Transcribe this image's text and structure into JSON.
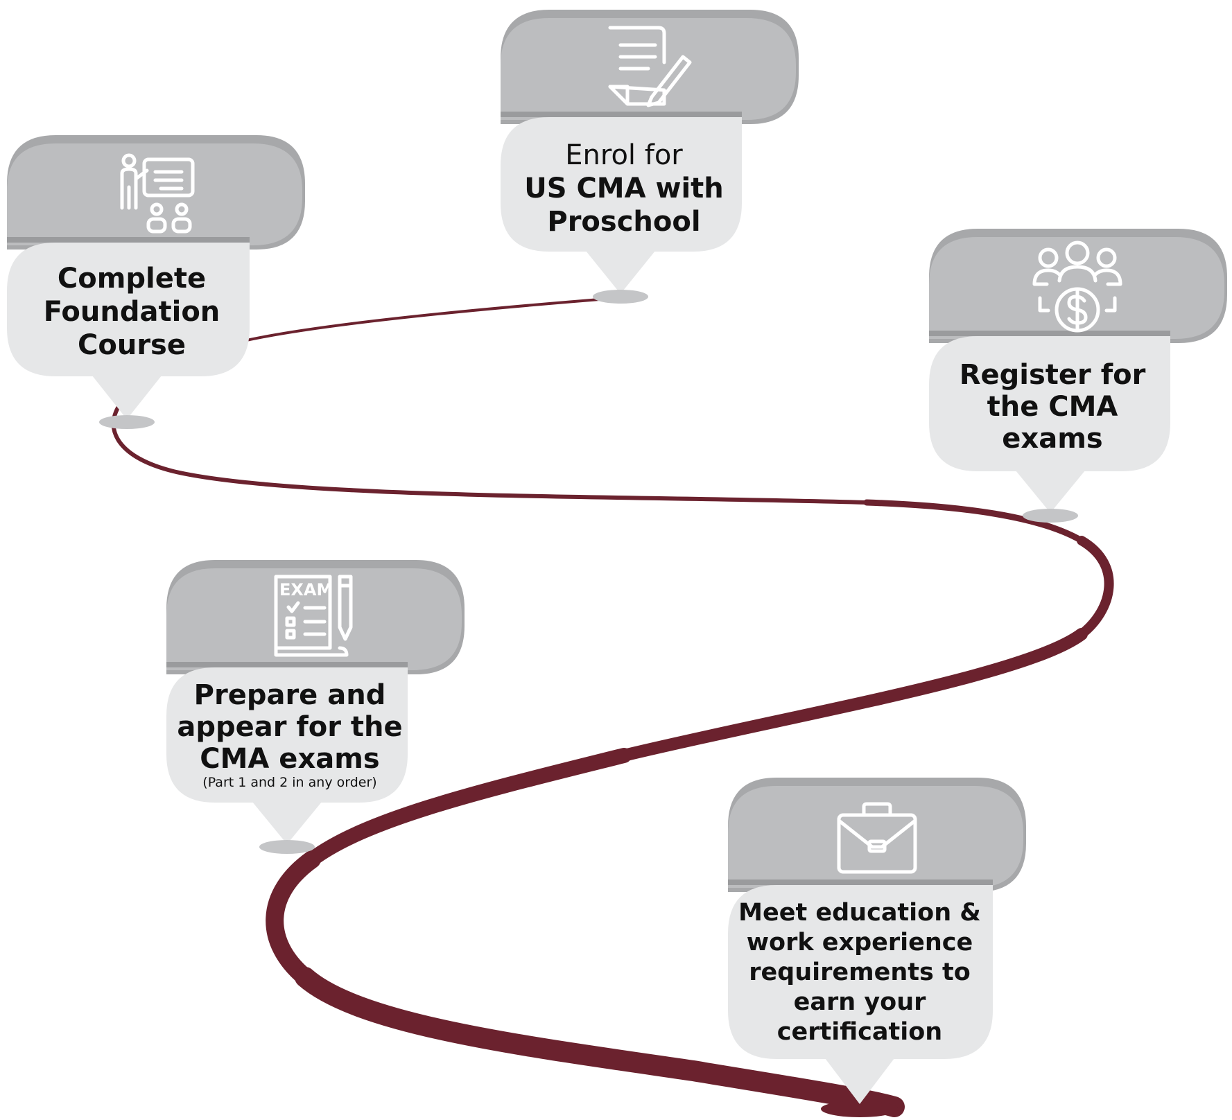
{
  "path_color": "#6b222e",
  "steps": [
    {
      "icon": "teacher-presentation-icon",
      "lines": [
        {
          "text": "Complete",
          "weight": "bold"
        },
        {
          "text": "Foundation",
          "weight": "bold"
        },
        {
          "text": "Course",
          "weight": "bold"
        }
      ]
    },
    {
      "icon": "document-edit-icon",
      "lines": [
        {
          "text": "Enrol for",
          "weight": "light"
        },
        {
          "text": "US CMA with",
          "weight": "bold"
        },
        {
          "text": "Proschool",
          "weight": "bold"
        }
      ]
    },
    {
      "icon": "group-dollar-icon",
      "lines": [
        {
          "text": "Register for",
          "weight": "bold"
        },
        {
          "text": "the CMA",
          "weight": "bold"
        },
        {
          "text": "exams",
          "weight": "bold"
        }
      ]
    },
    {
      "icon": "exam-sheet-icon",
      "lines": [
        {
          "text": "Prepare and",
          "weight": "bold"
        },
        {
          "text": "appear for the",
          "weight": "bold"
        },
        {
          "text": "CMA exams",
          "weight": "bold"
        }
      ],
      "note": "(Part 1 and 2 in any order)",
      "icon_text": "EXAM"
    },
    {
      "icon": "briefcase-icon",
      "lines": [
        {
          "text": "Meet education &",
          "weight": "bold"
        },
        {
          "text": "work experience",
          "weight": "bold"
        },
        {
          "text": "requirements to",
          "weight": "bold"
        },
        {
          "text": "earn your",
          "weight": "bold"
        },
        {
          "text": "certification",
          "weight": "bold"
        }
      ]
    }
  ]
}
